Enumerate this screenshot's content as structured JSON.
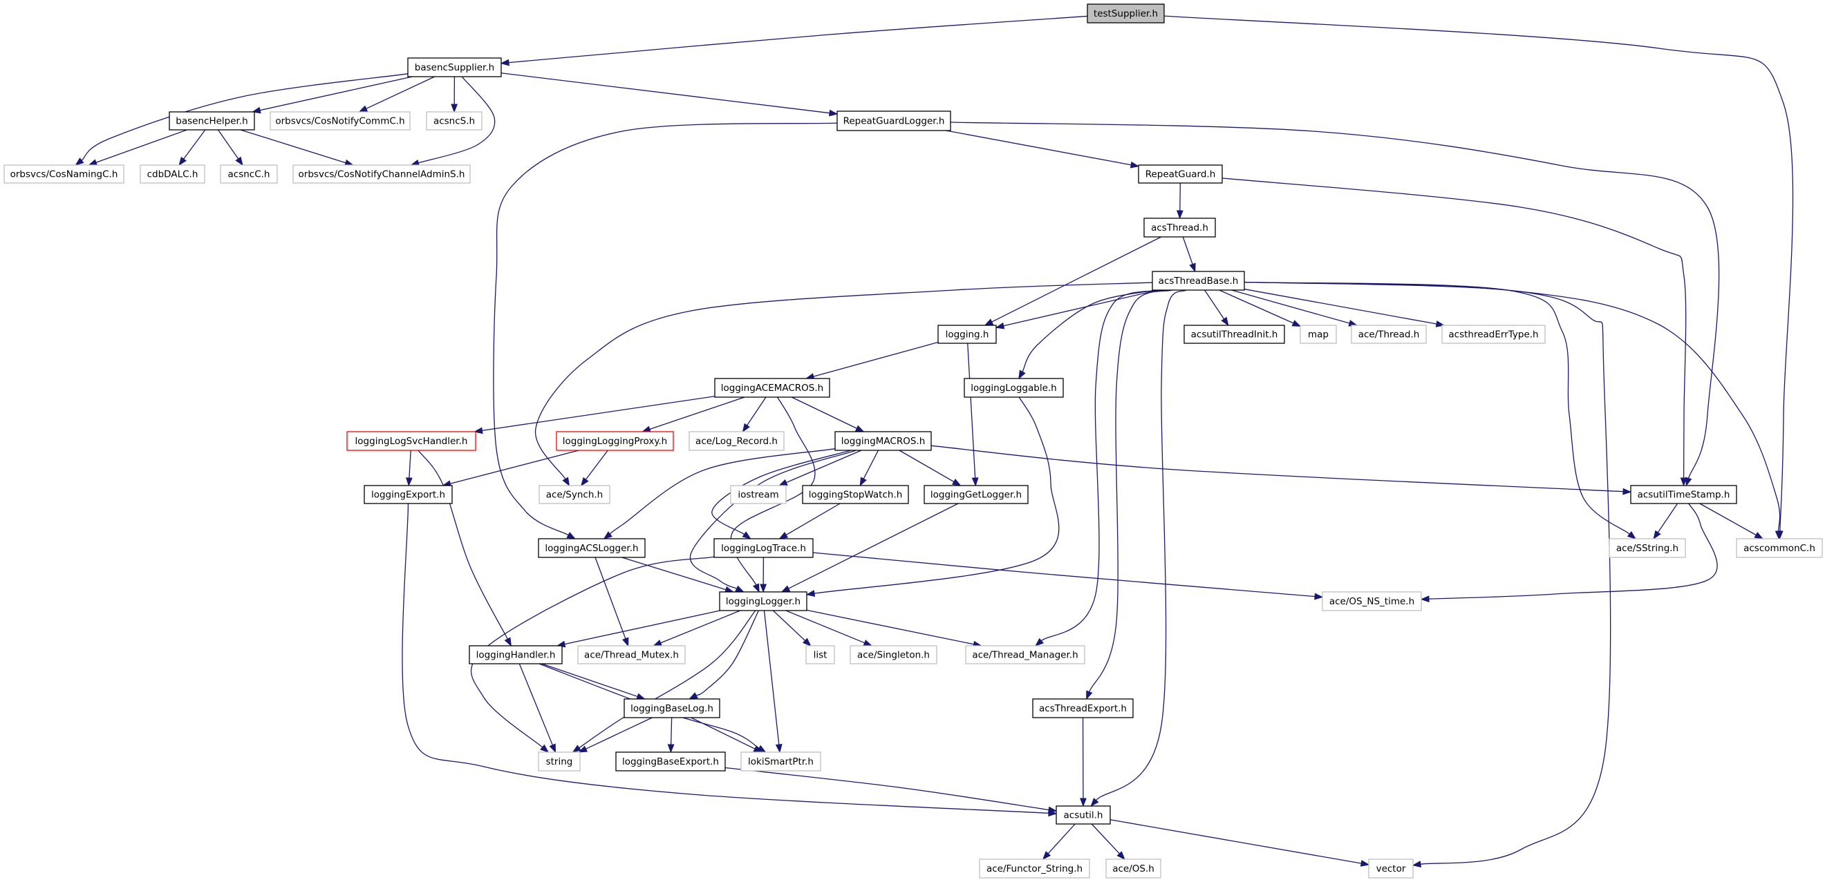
{
  "title": "Include dependency graph for testSupplier.h",
  "colors": {
    "edge": "#191970",
    "documented_border": "#000000",
    "external_border": "#bfbfbf",
    "root_fill": "#bfbfbf",
    "warning_border": "#ff0000"
  },
  "nodes": [
    {
      "id": "testSupplier",
      "label": "testSupplier.h",
      "kind": "root"
    },
    {
      "id": "basencSupplier",
      "label": "basencSupplier.h",
      "kind": "documented"
    },
    {
      "id": "basencHelper",
      "label": "basencHelper.h",
      "kind": "documented"
    },
    {
      "id": "CosNotifyCommC",
      "label": "orbsvcs/CosNotifyCommC.h",
      "kind": "external"
    },
    {
      "id": "acsncS",
      "label": "acsncS.h",
      "kind": "external"
    },
    {
      "id": "CosNamingC",
      "label": "orbsvcs/CosNamingC.h",
      "kind": "external"
    },
    {
      "id": "cdbDALC",
      "label": "cdbDALC.h",
      "kind": "external"
    },
    {
      "id": "acsncC",
      "label": "acsncC.h",
      "kind": "external"
    },
    {
      "id": "CosNotifyChannelAdminS",
      "label": "orbsvcs/CosNotifyChannelAdminS.h",
      "kind": "external"
    },
    {
      "id": "RepeatGuardLogger",
      "label": "RepeatGuardLogger.h",
      "kind": "documented"
    },
    {
      "id": "RepeatGuard",
      "label": "RepeatGuard.h",
      "kind": "documented"
    },
    {
      "id": "acsThread",
      "label": "acsThread.h",
      "kind": "documented"
    },
    {
      "id": "acsThreadBase",
      "label": "acsThreadBase.h",
      "kind": "documented"
    },
    {
      "id": "logging",
      "label": "logging.h",
      "kind": "documented"
    },
    {
      "id": "acsutilThreadInit",
      "label": "acsutilThreadInit.h",
      "kind": "documented"
    },
    {
      "id": "map",
      "label": "map",
      "kind": "external"
    },
    {
      "id": "aceThread",
      "label": "ace/Thread.h",
      "kind": "external"
    },
    {
      "id": "acsthreadErrType",
      "label": "acsthreadErrType.h",
      "kind": "external"
    },
    {
      "id": "loggingLoggable",
      "label": "loggingLoggable.h",
      "kind": "documented"
    },
    {
      "id": "loggingACEMACROS",
      "label": "loggingACEMACROS.h",
      "kind": "documented"
    },
    {
      "id": "loggingLogSvcHandler",
      "label": "loggingLogSvcHandler.h",
      "kind": "warning"
    },
    {
      "id": "loggingLoggingProxy",
      "label": "loggingLoggingProxy.h",
      "kind": "warning"
    },
    {
      "id": "aceLogRecord",
      "label": "ace/Log_Record.h",
      "kind": "external"
    },
    {
      "id": "loggingMACROS",
      "label": "loggingMACROS.h",
      "kind": "documented"
    },
    {
      "id": "loggingExport",
      "label": "loggingExport.h",
      "kind": "documented"
    },
    {
      "id": "aceSynch",
      "label": "ace/Synch.h",
      "kind": "external"
    },
    {
      "id": "iostream",
      "label": "iostream",
      "kind": "external"
    },
    {
      "id": "loggingStopWatch",
      "label": "loggingStopWatch.h",
      "kind": "documented"
    },
    {
      "id": "loggingGetLogger",
      "label": "loggingGetLogger.h",
      "kind": "documented"
    },
    {
      "id": "acsutilTimeStamp",
      "label": "acsutilTimeStamp.h",
      "kind": "documented"
    },
    {
      "id": "loggingACSLogger",
      "label": "loggingACSLogger.h",
      "kind": "documented"
    },
    {
      "id": "loggingLogTrace",
      "label": "loggingLogTrace.h",
      "kind": "documented"
    },
    {
      "id": "aceSString",
      "label": "ace/SString.h",
      "kind": "external"
    },
    {
      "id": "acscommonC",
      "label": "acscommonC.h",
      "kind": "external"
    },
    {
      "id": "loggingLogger",
      "label": "loggingLogger.h",
      "kind": "documented"
    },
    {
      "id": "aceOSNStime",
      "label": "ace/OS_NS_time.h",
      "kind": "external"
    },
    {
      "id": "loggingHandler",
      "label": "loggingHandler.h",
      "kind": "documented"
    },
    {
      "id": "aceThreadMutex",
      "label": "ace/Thread_Mutex.h",
      "kind": "external"
    },
    {
      "id": "list",
      "label": "list",
      "kind": "external"
    },
    {
      "id": "aceSingleton",
      "label": "ace/Singleton.h",
      "kind": "external"
    },
    {
      "id": "aceThreadManager",
      "label": "ace/Thread_Manager.h",
      "kind": "external"
    },
    {
      "id": "loggingBaseLog",
      "label": "loggingBaseLog.h",
      "kind": "documented"
    },
    {
      "id": "acsThreadExport",
      "label": "acsThreadExport.h",
      "kind": "documented"
    },
    {
      "id": "string",
      "label": "string",
      "kind": "external"
    },
    {
      "id": "loggingBaseExport",
      "label": "loggingBaseExport.h",
      "kind": "documented"
    },
    {
      "id": "lokiSmartPtr",
      "label": "lokiSmartPtr.h",
      "kind": "external"
    },
    {
      "id": "acsutil",
      "label": "acsutil.h",
      "kind": "documented"
    },
    {
      "id": "aceFunctorString",
      "label": "ace/Functor_String.h",
      "kind": "external"
    },
    {
      "id": "aceOS",
      "label": "ace/OS.h",
      "kind": "external"
    },
    {
      "id": "vector",
      "label": "vector",
      "kind": "external"
    }
  ],
  "edges": [
    [
      "testSupplier",
      "basencSupplier"
    ],
    [
      "testSupplier",
      "acscommonC"
    ],
    [
      "basencSupplier",
      "basencHelper"
    ],
    [
      "basencSupplier",
      "CosNotifyCommC"
    ],
    [
      "basencSupplier",
      "acsncS"
    ],
    [
      "basencSupplier",
      "CosNamingC"
    ],
    [
      "basencSupplier",
      "CosNotifyChannelAdminS"
    ],
    [
      "basencSupplier",
      "RepeatGuardLogger"
    ],
    [
      "basencHelper",
      "CosNamingC"
    ],
    [
      "basencHelper",
      "cdbDALC"
    ],
    [
      "basencHelper",
      "acsncC"
    ],
    [
      "basencHelper",
      "CosNotifyChannelAdminS"
    ],
    [
      "RepeatGuardLogger",
      "RepeatGuard"
    ],
    [
      "RepeatGuardLogger",
      "loggingACSLogger"
    ],
    [
      "RepeatGuardLogger",
      "acsutilTimeStamp"
    ],
    [
      "RepeatGuard",
      "acsThread"
    ],
    [
      "RepeatGuard",
      "acsutilTimeStamp"
    ],
    [
      "acsThread",
      "acsThreadBase"
    ],
    [
      "acsThread",
      "logging"
    ],
    [
      "acsThreadBase",
      "logging"
    ],
    [
      "acsThreadBase",
      "acsutilThreadInit"
    ],
    [
      "acsThreadBase",
      "map"
    ],
    [
      "acsThreadBase",
      "aceThread"
    ],
    [
      "acsThreadBase",
      "acsthreadErrType"
    ],
    [
      "acsThreadBase",
      "loggingLoggable"
    ],
    [
      "acsThreadBase",
      "aceSynch"
    ],
    [
      "acsThreadBase",
      "aceThreadManager"
    ],
    [
      "acsThreadBase",
      "acsThreadExport"
    ],
    [
      "acsThreadBase",
      "acsutil"
    ],
    [
      "acsThreadBase",
      "aceSString"
    ],
    [
      "acsThreadBase",
      "acscommonC"
    ],
    [
      "acsThreadBase",
      "vector"
    ],
    [
      "logging",
      "loggingACEMACROS"
    ],
    [
      "logging",
      "loggingGetLogger"
    ],
    [
      "loggingLoggable",
      "loggingLogger"
    ],
    [
      "loggingACEMACROS",
      "loggingLogSvcHandler"
    ],
    [
      "loggingACEMACROS",
      "loggingLoggingProxy"
    ],
    [
      "loggingACEMACROS",
      "aceLogRecord"
    ],
    [
      "loggingACEMACROS",
      "loggingMACROS"
    ],
    [
      "loggingACEMACROS",
      "loggingLogger"
    ],
    [
      "loggingLogSvcHandler",
      "loggingExport"
    ],
    [
      "loggingLogSvcHandler",
      "loggingHandler"
    ],
    [
      "loggingLoggingProxy",
      "loggingExport"
    ],
    [
      "loggingLoggingProxy",
      "aceSynch"
    ],
    [
      "loggingMACROS",
      "iostream"
    ],
    [
      "loggingMACROS",
      "loggingStopWatch"
    ],
    [
      "loggingMACROS",
      "loggingGetLogger"
    ],
    [
      "loggingMACROS",
      "loggingACSLogger"
    ],
    [
      "loggingMACROS",
      "loggingLogTrace"
    ],
    [
      "loggingMACROS",
      "loggingLogger"
    ],
    [
      "loggingMACROS",
      "acsutilTimeStamp"
    ],
    [
      "loggingExport",
      "acsutil"
    ],
    [
      "loggingStopWatch",
      "loggingLogTrace"
    ],
    [
      "loggingGetLogger",
      "loggingLogger"
    ],
    [
      "acsutilTimeStamp",
      "aceSString"
    ],
    [
      "acsutilTimeStamp",
      "acscommonC"
    ],
    [
      "acsutilTimeStamp",
      "aceOSNStime"
    ],
    [
      "loggingACSLogger",
      "loggingLogger"
    ],
    [
      "loggingACSLogger",
      "aceThreadMutex"
    ],
    [
      "loggingLogTrace",
      "loggingLogger"
    ],
    [
      "loggingLogTrace",
      "aceOSNStime"
    ],
    [
      "loggingLogTrace",
      "string"
    ],
    [
      "loggingLogger",
      "loggingHandler"
    ],
    [
      "loggingLogger",
      "aceThreadMutex"
    ],
    [
      "loggingLogger",
      "list"
    ],
    [
      "loggingLogger",
      "aceSingleton"
    ],
    [
      "loggingLogger",
      "aceThreadManager"
    ],
    [
      "loggingLogger",
      "string"
    ],
    [
      "loggingLogger",
      "loggingBaseLog"
    ],
    [
      "loggingLogger",
      "lokiSmartPtr"
    ],
    [
      "loggingHandler",
      "string"
    ],
    [
      "loggingHandler",
      "loggingBaseLog"
    ],
    [
      "loggingHandler",
      "lokiSmartPtr"
    ],
    [
      "loggingBaseLog",
      "string"
    ],
    [
      "loggingBaseLog",
      "loggingBaseExport"
    ],
    [
      "loggingBaseLog",
      "lokiSmartPtr"
    ],
    [
      "loggingBaseExport",
      "acsutil"
    ],
    [
      "acsThreadExport",
      "acsutil"
    ],
    [
      "acsutil",
      "aceFunctorString"
    ],
    [
      "acsutil",
      "aceOS"
    ],
    [
      "acsutil",
      "vector"
    ]
  ]
}
